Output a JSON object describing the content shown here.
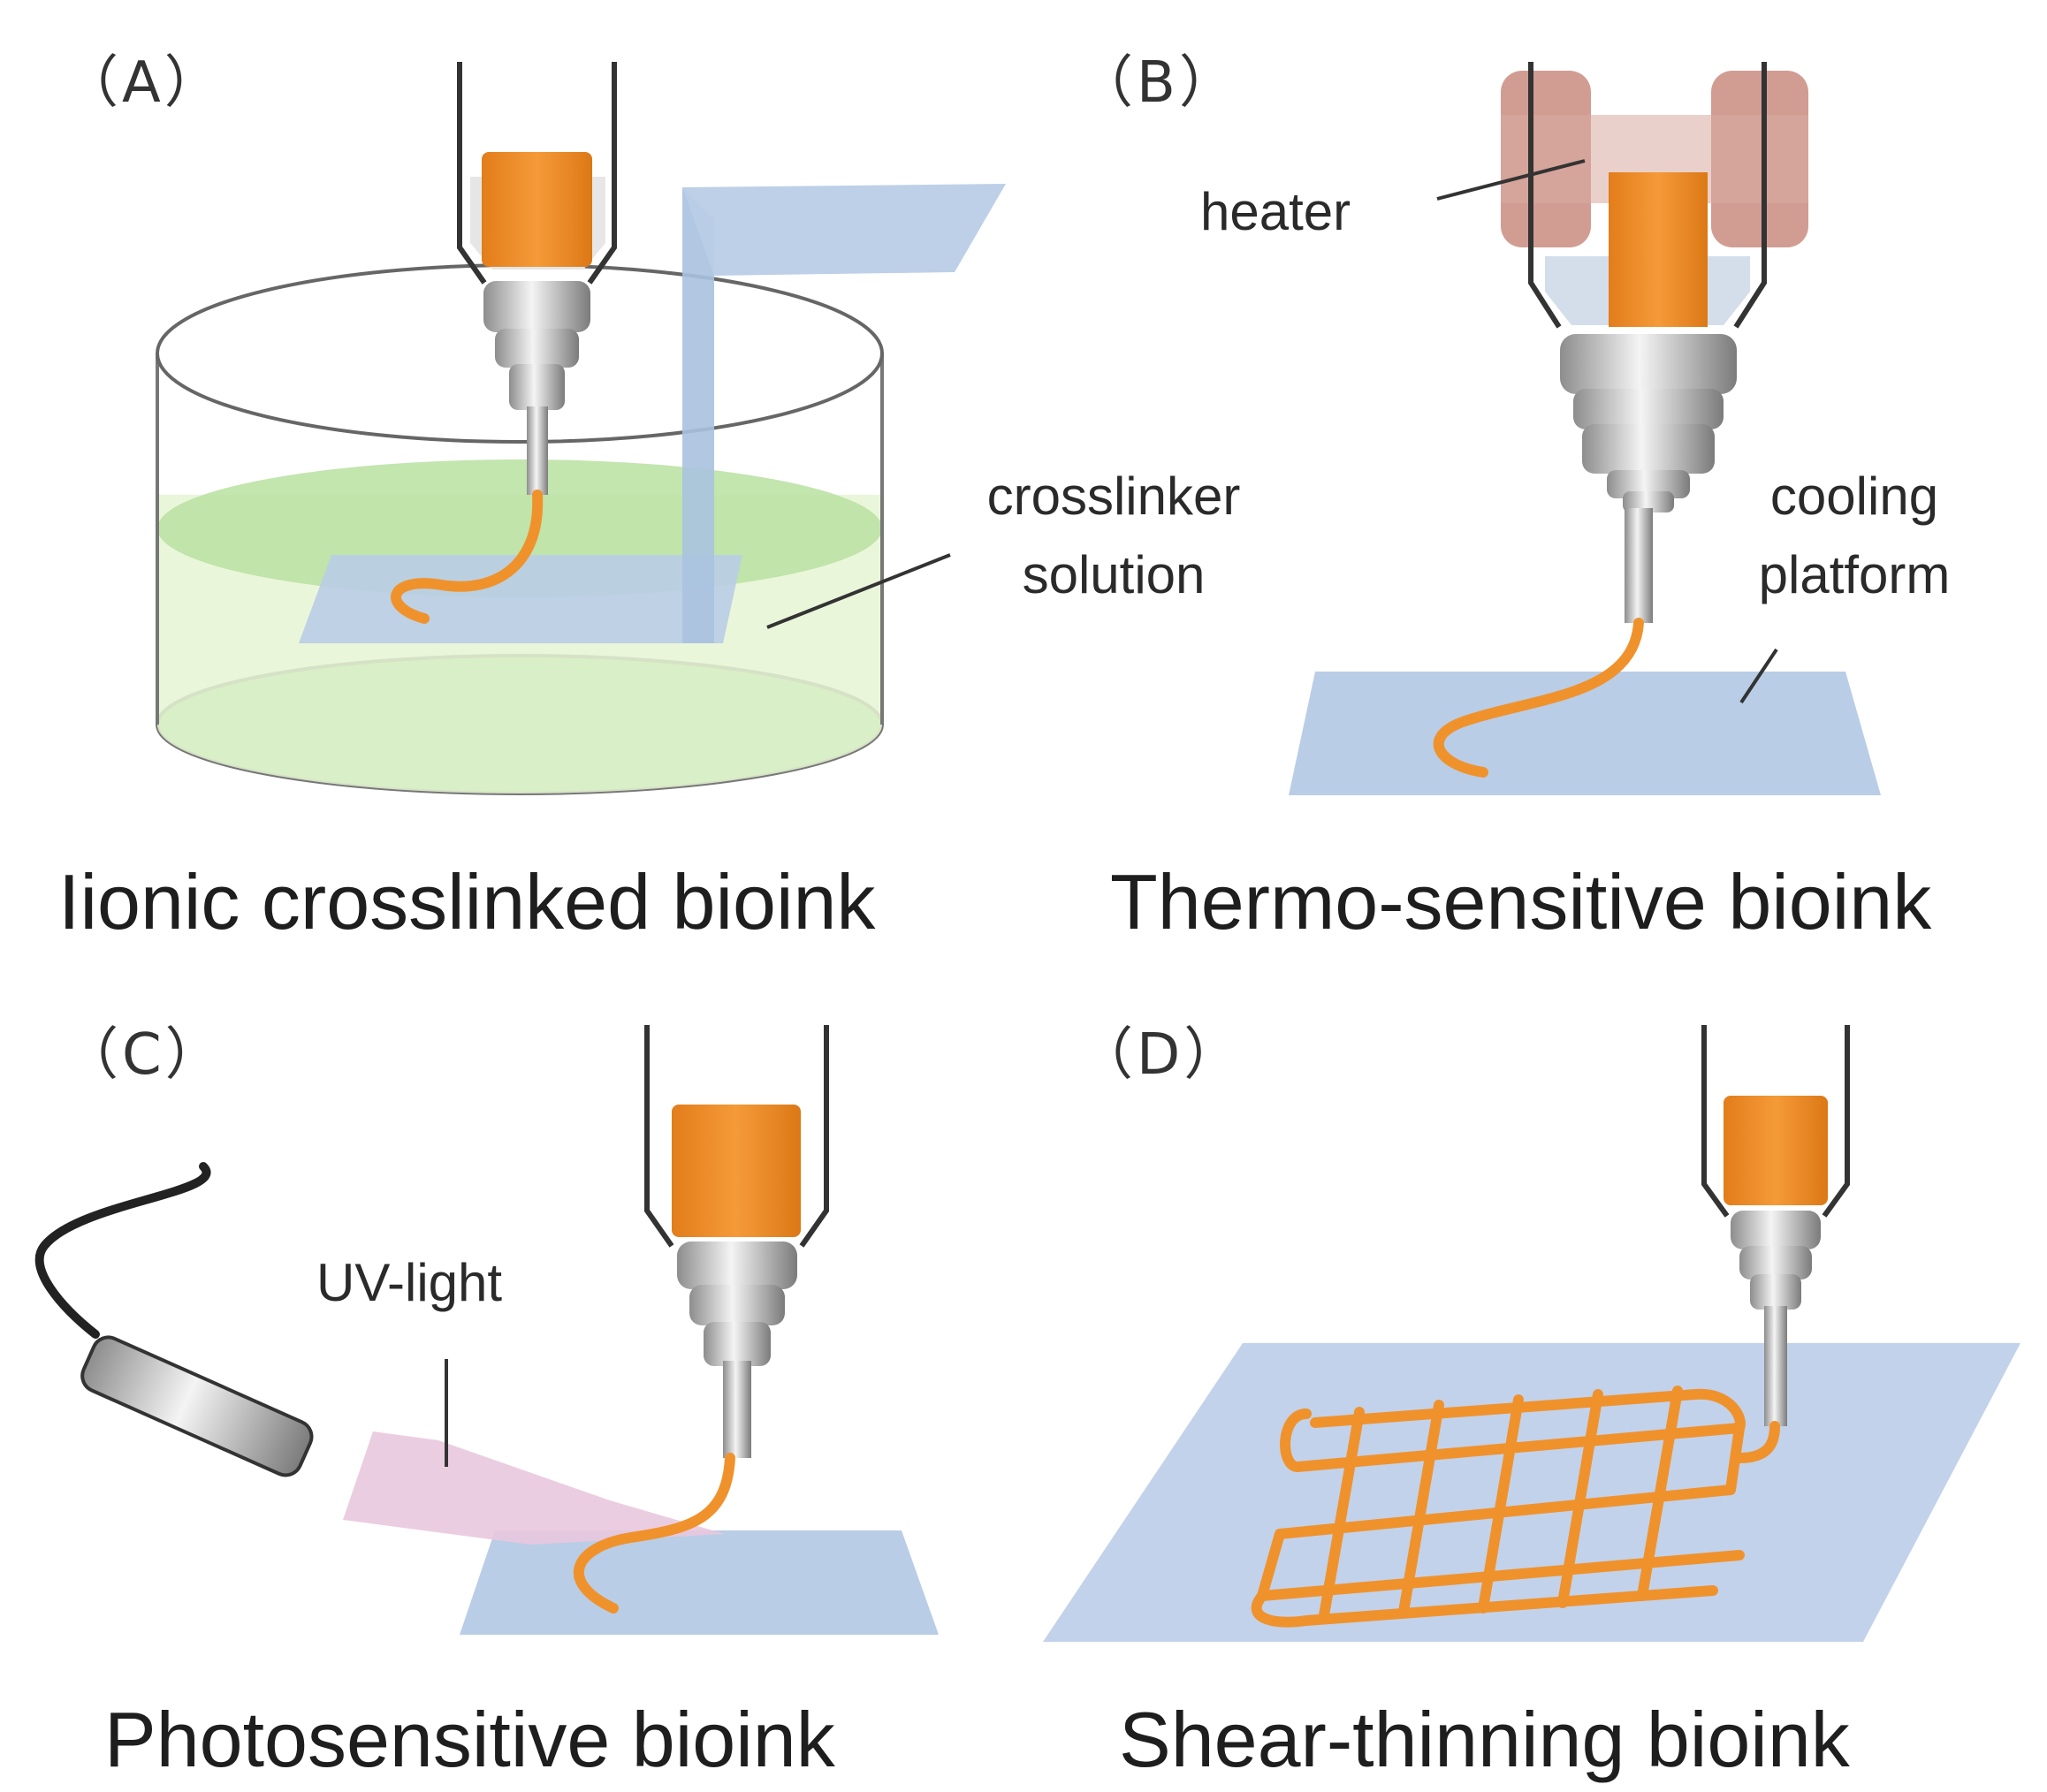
{
  "panels": [
    {
      "tag": "（A）",
      "caption": "Iionic crosslinked bioink",
      "callouts": [
        "crosslinker",
        "solution"
      ]
    },
    {
      "tag": "（B）",
      "caption": "Thermo-sensitive bioink",
      "callouts": [
        "heater",
        "cooling",
        "platform"
      ]
    },
    {
      "tag": "（C）",
      "caption": "Photosensitive bioink",
      "callouts": [
        "UV-light"
      ]
    },
    {
      "tag": "（D）",
      "caption": "Shear-thinning bioink",
      "callouts": []
    }
  ],
  "colors": {
    "bioink": "#f0922c",
    "platform": "#b9cde6",
    "solution": "#b8e0a0",
    "heater": "#c98c80",
    "uv_beam": "#e9c8de"
  }
}
